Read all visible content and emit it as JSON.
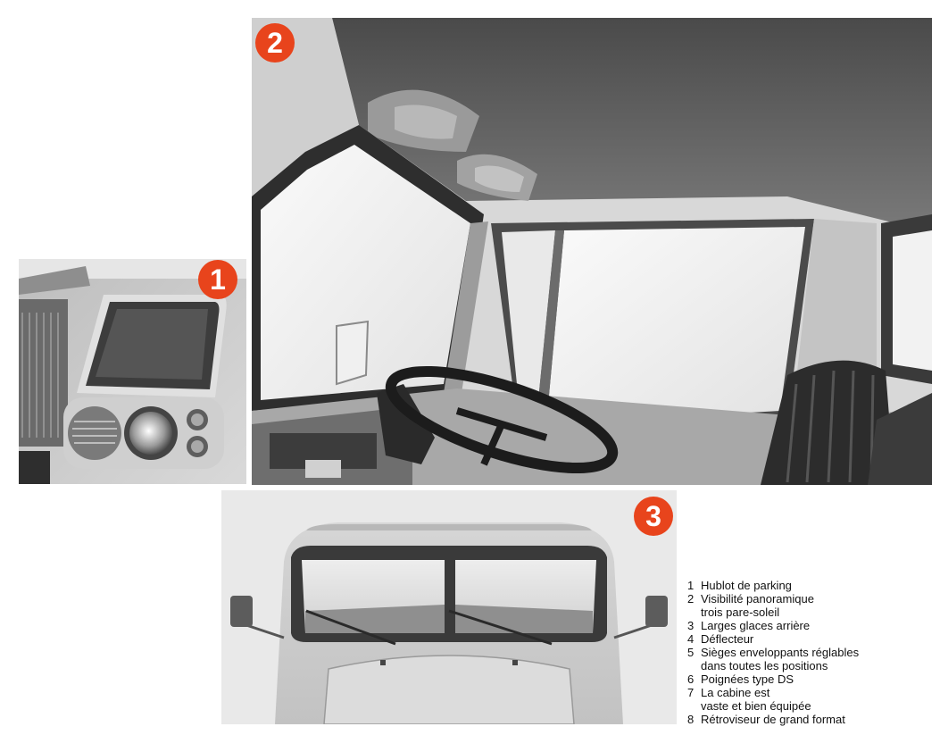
{
  "badges": [
    "1",
    "2",
    "3"
  ],
  "legend": [
    {
      "number": "1",
      "lines": [
        "Hublot de parking"
      ]
    },
    {
      "number": "2",
      "lines": [
        "Visibilité panoramique",
        "trois pare-soleil"
      ]
    },
    {
      "number": "3",
      "lines": [
        "Larges glaces arrière"
      ]
    },
    {
      "number": "4",
      "lines": [
        "Déflecteur"
      ]
    },
    {
      "number": "5",
      "lines": [
        "Sièges enveloppants réglables",
        "dans toutes les positions"
      ]
    },
    {
      "number": "6",
      "lines": [
        "Poignées type DS"
      ]
    },
    {
      "number": "7",
      "lines": [
        "La cabine est",
        "vaste et bien équipée"
      ]
    },
    {
      "number": "8",
      "lines": [
        "Rétroviseur de grand format"
      ]
    }
  ],
  "colors": {
    "badge": "#e8441c",
    "text": "#111111"
  }
}
